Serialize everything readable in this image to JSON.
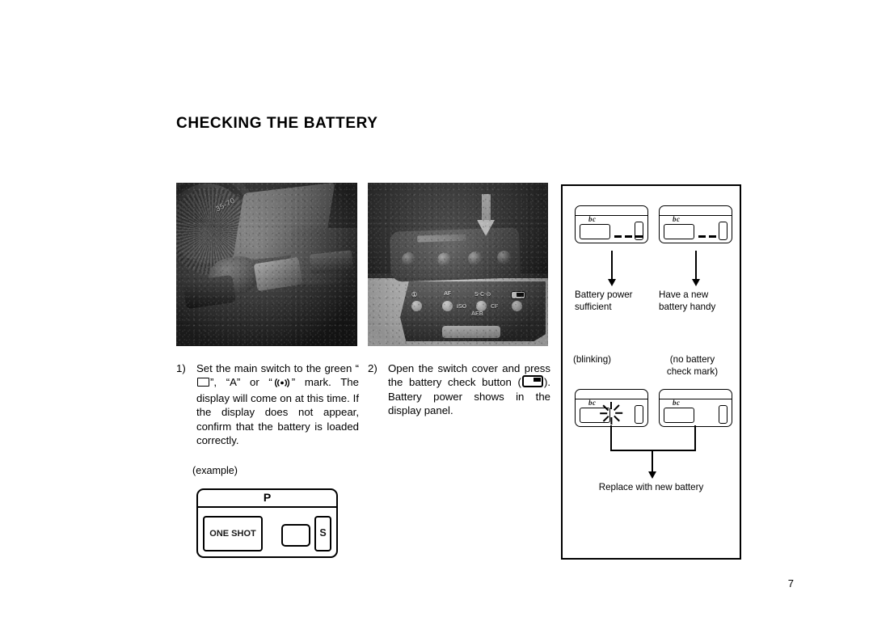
{
  "page": {
    "title": "CHECKING THE BATTERY",
    "number": "7"
  },
  "steps": [
    {
      "number": "1)",
      "text_before_rect": "Set the main switch to the green “",
      "text_after_rect": "”, “A” or “",
      "text_after_wave": "” mark. The display will come on at this time. If the display does not appear, confirm that the battery is loaded correctly."
    },
    {
      "number": "2)",
      "text_before_batt": "Open the switch cover and press the battery check button (",
      "text_after_batt": "). Battery power shows in the display panel."
    }
  ],
  "example": {
    "label": "(example)",
    "mode": "P",
    "af_mode": "ONE SHOT",
    "drive": "S"
  },
  "photos": {
    "camera_top": {
      "lens_marking": "35-70"
    },
    "switch_cover": {
      "labels": {
        "flash": "①",
        "af": "AF",
        "drive": "S·C·⊙",
        "battery": "battery-icon",
        "iso": "ISO",
        "cf": "CF",
        "aeb": "AEB"
      }
    }
  },
  "battery_panel": {
    "lcd_label": "bc",
    "indicators": [
      {
        "id": "sufficient",
        "segments": 3,
        "note": "",
        "caption": "Battery power\nsufficient",
        "caption_line1": "Battery power",
        "caption_line2": "sufficient"
      },
      {
        "id": "low",
        "segments": 2,
        "note": "",
        "caption_line1": "Have a new",
        "caption_line2": "battery handy"
      },
      {
        "id": "blinking",
        "segments": 0,
        "note": "(blinking)",
        "caption_line1": "",
        "caption_line2": ""
      },
      {
        "id": "no-mark",
        "segments": 0,
        "note_line1": "(no battery",
        "note_line2": "check mark)",
        "caption_line1": "",
        "caption_line2": ""
      }
    ],
    "replace_caption": "Replace with new battery"
  }
}
